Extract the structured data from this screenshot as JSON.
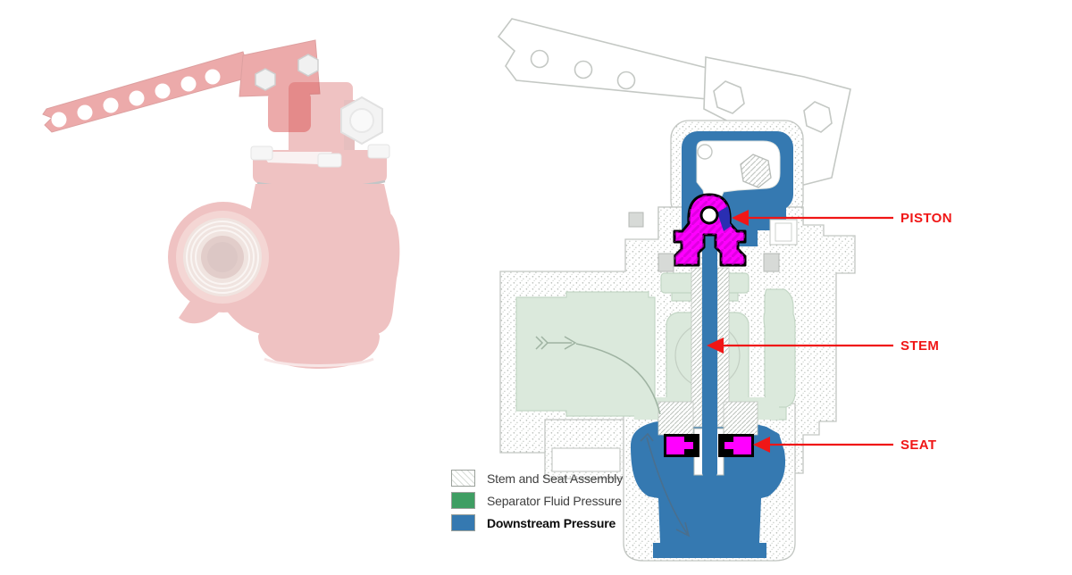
{
  "figure": {
    "description": "Cutaway diagram of a lever-operated pressure relief valve next to a faded product photo of the red valve",
    "photo": {
      "subject": "red lever-operated relief valve product photo",
      "tint": "#cd3a3a"
    },
    "callouts": [
      {
        "label": "PISTON"
      },
      {
        "label": "STEM"
      },
      {
        "label": "SEAT"
      }
    ],
    "callout_color": "#f01616",
    "legend": {
      "items": [
        {
          "label": "Stem and Seat Assembly",
          "swatch": "hatched",
          "color": "#ffffff"
        },
        {
          "label": "Separator Fluid Pressure",
          "swatch": "solid",
          "color": "#3f9e63"
        },
        {
          "label": "Downstream Pressure",
          "swatch": "solid",
          "color": "#3579b1",
          "emphasis": true
        }
      ]
    },
    "diagram_colors": {
      "downstream_blue": "#3579b1",
      "separator_green_faded": "#dbe9dc",
      "assembly_magenta": "#ff00ff",
      "piston_wedge_blue": "#2a2eb2",
      "casing_gray": "#c2c6c2",
      "seat_border_black": "#000000"
    }
  }
}
